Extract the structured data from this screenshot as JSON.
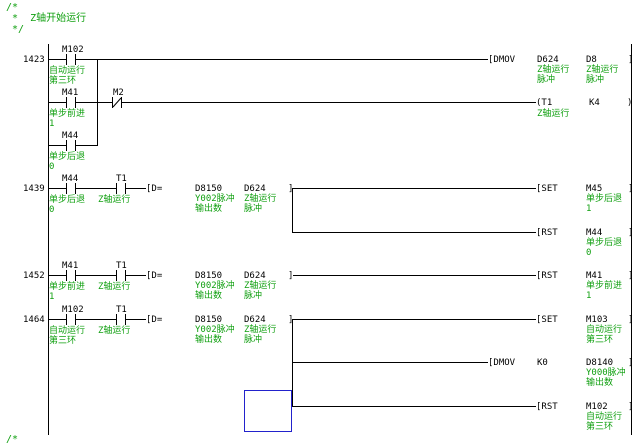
{
  "header": {
    "line1": "/*",
    "line2": " *  Z轴开始运行",
    "line3": " */",
    "footer": "/*"
  },
  "rungs": [
    {
      "step": "1423",
      "contacts": [
        {
          "device": "M102",
          "comment": "自动运行\n第三环"
        },
        {
          "device": "M41",
          "comment": "单步前进\n1"
        },
        {
          "device": "M2",
          "comment": ""
        },
        {
          "device": "M44",
          "comment": "单步后退\n0"
        }
      ],
      "outputs": [
        {
          "instr": "[DMOV",
          "op1": "D624",
          "op1_comment": "Z轴运行\n脉冲",
          "op2": "D8",
          "op2_comment": "Z轴运行\n脉冲",
          "close": "]"
        },
        {
          "instr": "(T1",
          "op1": "Z轴运行",
          "op2": "K4",
          "close": ")"
        }
      ]
    },
    {
      "step": "1439",
      "contacts": [
        {
          "device": "M44",
          "comment": "单步后退\n0"
        },
        {
          "device": "T1",
          "comment": "Z轴运行"
        }
      ],
      "compare": {
        "instr": "[D=",
        "op1": "D8150",
        "op1_comment": "Y002脉冲\n输出数",
        "op2": "D624",
        "op2_comment": "Z轴运行\n脉冲",
        "close": "]"
      },
      "outputs": [
        {
          "instr": "[SET",
          "op": "M45",
          "comment": "单步后退\n1",
          "close": "]"
        },
        {
          "instr": "[RST",
          "op": "M44",
          "comment": "单步后退\n0",
          "close": "]"
        }
      ]
    },
    {
      "step": "1452",
      "contacts": [
        {
          "device": "M41",
          "comment": "单步前进\n1"
        },
        {
          "device": "T1",
          "comment": "Z轴运行"
        }
      ],
      "compare": {
        "instr": "[D=",
        "op1": "D8150",
        "op1_comment": "Y002脉冲\n输出数",
        "op2": "D624",
        "op2_comment": "Z轴运行\n脉冲",
        "close": "]"
      },
      "outputs": [
        {
          "instr": "[RST",
          "op": "M41",
          "comment": "单步前进\n1",
          "close": "]"
        }
      ]
    },
    {
      "step": "1464",
      "contacts": [
        {
          "device": "M102",
          "comment": "自动运行\n第三环"
        },
        {
          "device": "T1",
          "comment": "Z轴运行"
        }
      ],
      "compare": {
        "instr": "[D=",
        "op1": "D8150",
        "op1_comment": "Y002脉冲\n输出数",
        "op2": "D624",
        "op2_comment": "Z轴运行\n脉冲",
        "close": "]"
      },
      "outputs": [
        {
          "instr": "[SET",
          "op": "M103",
          "comment": "自动运行\n第三环",
          "close": "]"
        },
        {
          "instr": "[DMOV",
          "op1": "K0",
          "op2": "D8140",
          "op2_comment": "Y000脉冲\n输出数",
          "close": "]"
        },
        {
          "instr": "[RST",
          "op": "M102",
          "comment": "自动运行\n第三环",
          "close": "]"
        }
      ]
    }
  ],
  "colors": {
    "comment": "#11a011",
    "cursor": "#2222cc",
    "wire": "#000000"
  }
}
